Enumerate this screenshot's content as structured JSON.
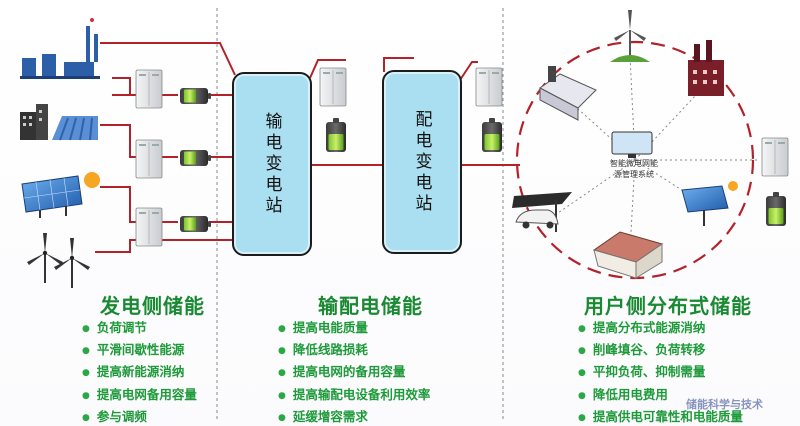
{
  "stations": {
    "transmission": "输电变电站",
    "distribution": "配电变电站"
  },
  "sections": {
    "generation": {
      "title": "发电侧储能",
      "items": [
        "负荷调节",
        "平滑间歇性能源",
        "提高新能源消纳",
        "提高电网备用容量",
        "参与调频"
      ]
    },
    "grid": {
      "title": "输配电储能",
      "items": [
        "提高电能质量",
        "降低线路损耗",
        "提高电网的备用容量",
        "提高输配电设备利用效率",
        "延缓增容需求"
      ]
    },
    "user": {
      "title": "用户侧分布式储能",
      "items": [
        "提高分布式能源消纳",
        "削峰填谷、负荷转移",
        "平抑负荷、抑制需量",
        "降低用电费用",
        "提高供电可靠性和电能质量"
      ]
    }
  },
  "microgrid_center": {
    "line1": "智能微电网能",
    "line2": "源管理系统"
  },
  "watermark": "储能科学与技术",
  "colors": {
    "line_red": "#b3222b",
    "station_fill": "#a9dff0",
    "title_green": "#1a8a32",
    "divider": "#888888"
  },
  "icons": [
    "power-plant-icon",
    "city-building-icon",
    "solar-panel-icon",
    "sun-icon",
    "wind-turbine-icon",
    "inverter-cabinet-icon",
    "battery-icon",
    "factory-icon",
    "house-icon",
    "ev-carport-icon",
    "control-monitor-icon"
  ]
}
